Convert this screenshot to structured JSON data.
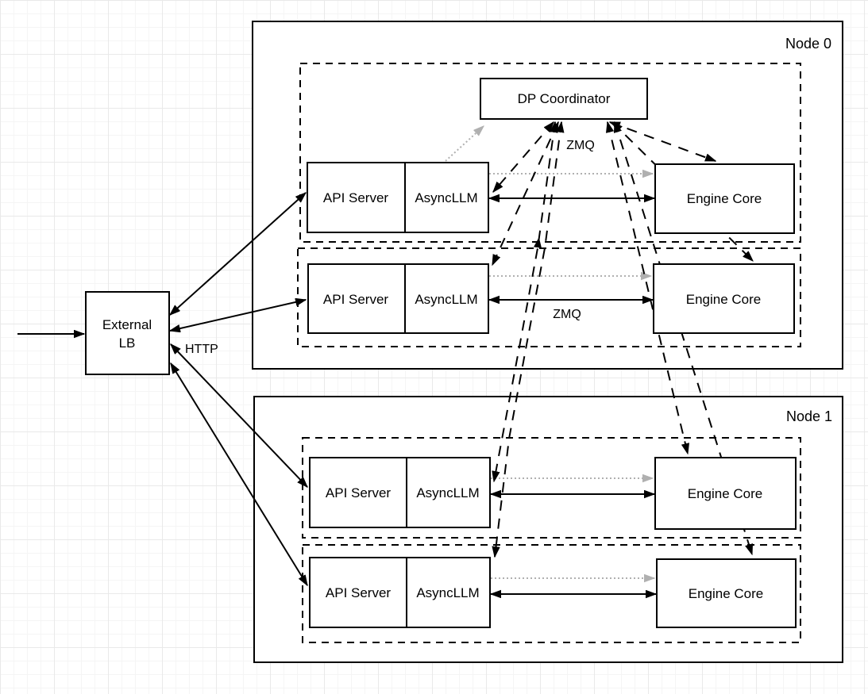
{
  "external_lb": {
    "line1": "External",
    "line2": "LB"
  },
  "node0": {
    "label": "Node 0"
  },
  "node1": {
    "label": "Node 1"
  },
  "dp_coordinator": {
    "label": "DP Coordinator"
  },
  "rows": [
    {
      "api": "API Server",
      "async": "AsyncLLM",
      "engine": "Engine Core"
    },
    {
      "api": "API Server",
      "async": "AsyncLLM",
      "engine": "Engine Core"
    },
    {
      "api": "API Server",
      "async": "AsyncLLM",
      "engine": "Engine Core"
    },
    {
      "api": "API Server",
      "async": "AsyncLLM",
      "engine": "Engine Core"
    }
  ],
  "labels": {
    "http": "HTTP",
    "zmq_coordinator": "ZMQ",
    "zmq_engine": "ZMQ"
  },
  "colors": {
    "stroke": "#000000",
    "dotted_arrow_gray": "#b0b0b0",
    "box_fill": "#ffffff",
    "background": "#ffffff"
  }
}
